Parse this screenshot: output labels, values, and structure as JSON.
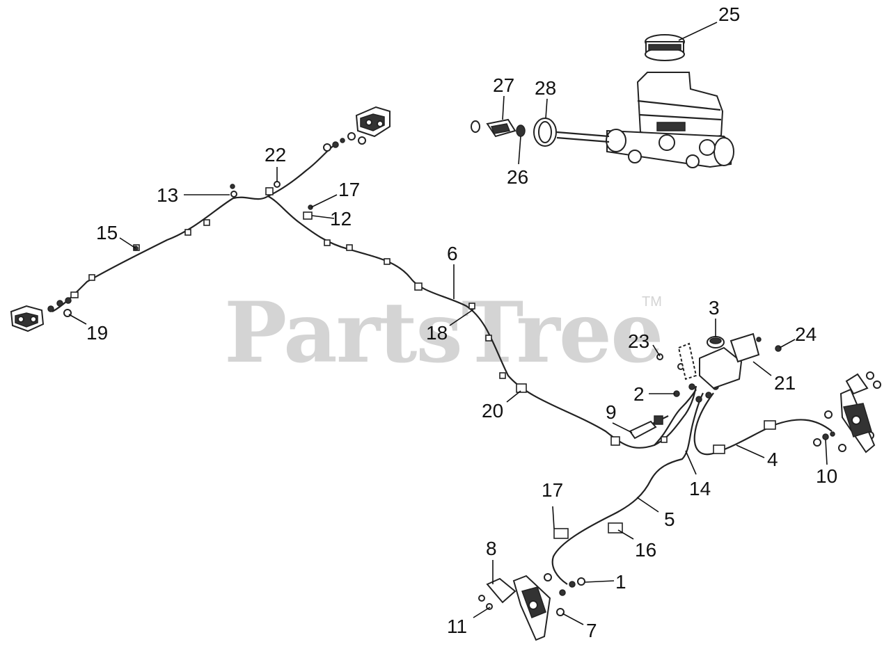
{
  "watermark": {
    "text": "PartsTree",
    "mark": "TM"
  },
  "callouts": [
    {
      "id": "c1",
      "label": "1"
    },
    {
      "id": "c2",
      "label": "2"
    },
    {
      "id": "c3",
      "label": "3"
    },
    {
      "id": "c4",
      "label": "4"
    },
    {
      "id": "c5",
      "label": "5"
    },
    {
      "id": "c6",
      "label": "6"
    },
    {
      "id": "c7",
      "label": "7"
    },
    {
      "id": "c8",
      "label": "8"
    },
    {
      "id": "c9",
      "label": "9"
    },
    {
      "id": "c10",
      "label": "10"
    },
    {
      "id": "c11",
      "label": "11"
    },
    {
      "id": "c12",
      "label": "12"
    },
    {
      "id": "c13",
      "label": "13"
    },
    {
      "id": "c14",
      "label": "14"
    },
    {
      "id": "c15",
      "label": "15"
    },
    {
      "id": "c16",
      "label": "16"
    },
    {
      "id": "c17a",
      "label": "17"
    },
    {
      "id": "c17b",
      "label": "17"
    },
    {
      "id": "c18",
      "label": "18"
    },
    {
      "id": "c19",
      "label": "19"
    },
    {
      "id": "c20",
      "label": "20"
    },
    {
      "id": "c21",
      "label": "21"
    },
    {
      "id": "c22",
      "label": "22"
    },
    {
      "id": "c23",
      "label": "23"
    },
    {
      "id": "c24",
      "label": "24"
    },
    {
      "id": "c25",
      "label": "25"
    },
    {
      "id": "c26",
      "label": "26"
    },
    {
      "id": "c27",
      "label": "27"
    },
    {
      "id": "c28",
      "label": "28"
    }
  ]
}
